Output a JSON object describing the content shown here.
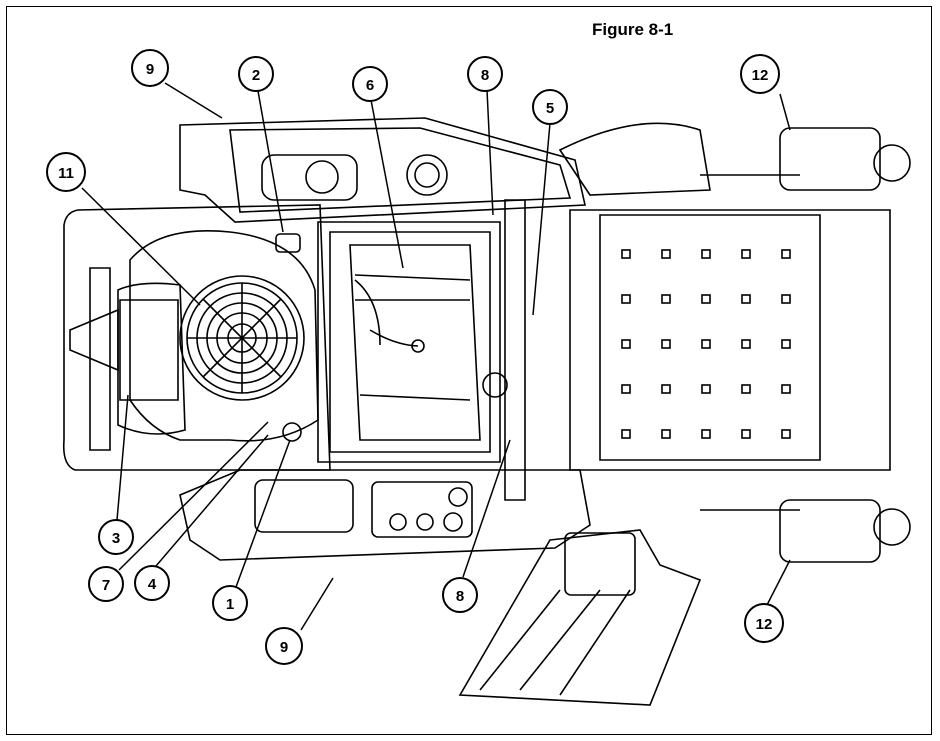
{
  "figure_title": "Figure 8-1",
  "callouts": [
    {
      "label": "9"
    },
    {
      "label": "2"
    },
    {
      "label": "6"
    },
    {
      "label": "8"
    },
    {
      "label": "5"
    },
    {
      "label": "12"
    },
    {
      "label": "11"
    },
    {
      "label": "3"
    },
    {
      "label": "7"
    },
    {
      "label": "4"
    },
    {
      "label": "1"
    },
    {
      "label": "9"
    },
    {
      "label": "8"
    },
    {
      "label": "12"
    }
  ],
  "colors": {
    "line": "#000000",
    "background": "#ffffff"
  }
}
